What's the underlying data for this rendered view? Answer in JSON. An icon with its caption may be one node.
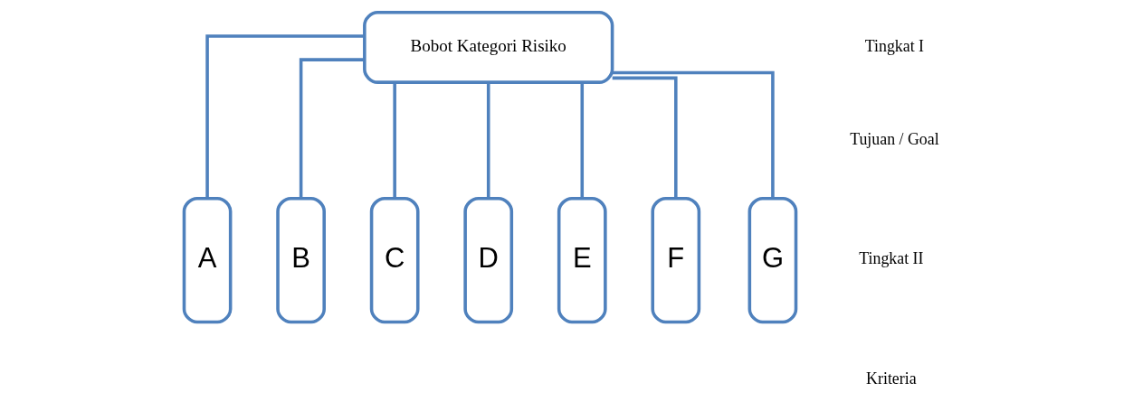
{
  "diagram": {
    "nodes": [
      {
        "text": [
          "Bobot Kategori Risiko"
        ]
      },
      {
        "text": [
          "A"
        ]
      },
      {
        "text": [
          "B"
        ]
      },
      {
        "text": [
          "C"
        ]
      },
      {
        "text": [
          "D"
        ]
      },
      {
        "text": [
          "E"
        ]
      },
      {
        "text": [
          "F"
        ]
      },
      {
        "text": [
          "G"
        ]
      }
    ],
    "edges": [
      {
        "from": 0,
        "to": 1,
        "arrow": "none"
      },
      {
        "from": 0,
        "to": 2,
        "arrow": "none"
      },
      {
        "from": 0,
        "to": 3,
        "arrow": "none"
      },
      {
        "from": 0,
        "to": 4,
        "arrow": "none"
      },
      {
        "from": 0,
        "to": 5,
        "arrow": "none"
      },
      {
        "from": 0,
        "to": 6,
        "arrow": "none"
      },
      {
        "from": 0,
        "to": 7,
        "arrow": "none"
      }
    ],
    "labels": [
      "Tingkat I",
      "Tujuan / Goal",
      "Tingkat II",
      "Kriteria"
    ]
  }
}
